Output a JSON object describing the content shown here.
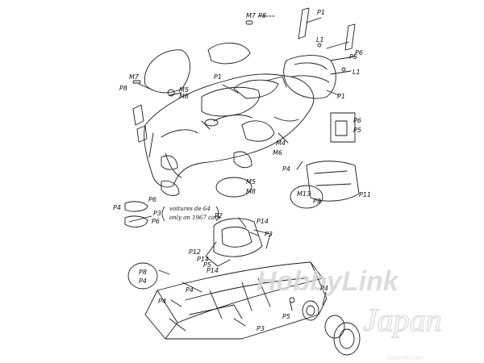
{
  "labels": {
    "m7_top": "M7",
    "p8_top": "P8",
    "p1_tr": "P1",
    "l1_a": "L1",
    "p5_tr": "P5",
    "p6_tr": "P6",
    "l1_b": "L1",
    "p1_right": "P1",
    "p1_body": "P1",
    "m5_a": "M5",
    "m8_a": "M8",
    "m7_left": "M7",
    "p8_left": "P8",
    "m4": "M4",
    "m6": "M6",
    "p4_mid": "P4",
    "p6_box": "P6",
    "p5_box": "P5",
    "p11": "P11",
    "m13": "M13",
    "p9": "P9",
    "m5_b": "M5",
    "m8_b": "M8",
    "p6_l1": "P6",
    "p4_left": "P4",
    "p3_left": "P3",
    "p6_l2": "P6",
    "p2": "P2",
    "p14_a": "P14",
    "p3_seat": "P3",
    "p12": "P12",
    "p14_b": "P14",
    "p5_seat": "P5",
    "p14_c": "P14",
    "p8_circle": "P8",
    "p4_circle": "P4",
    "p4_chassis": "P4",
    "p4_chassis2": "P4",
    "p5_wheel": "P5",
    "p4_wheel": "P4",
    "p3_chassis": "P3"
  },
  "note": {
    "line1": "voitures de 64",
    "line2": "only on 1967 cars"
  },
  "watermark": {
    "brand": "HobbyLink",
    "sub": "Japan",
    "url": "www.hlj.com"
  }
}
